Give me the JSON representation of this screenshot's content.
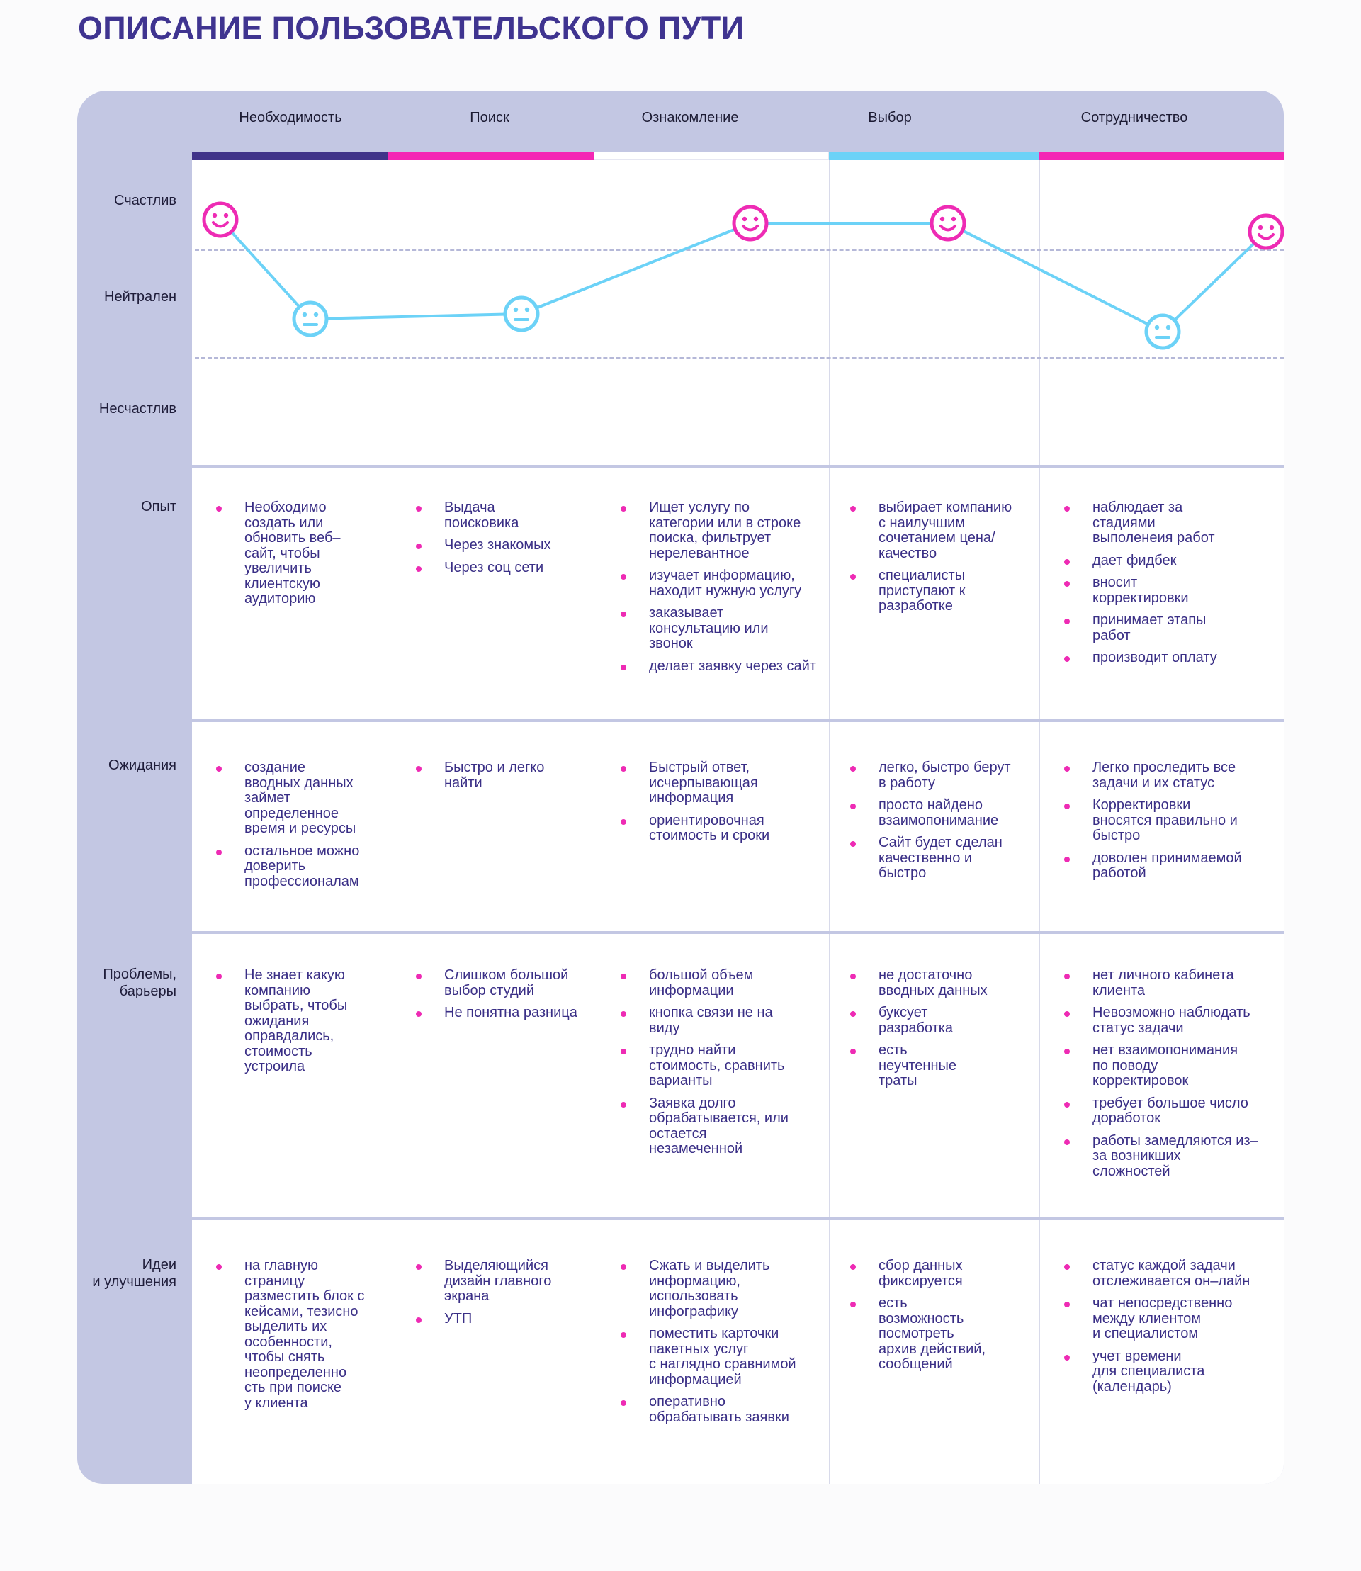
{
  "title": "ОПИСАНИЕ ПОЛЬЗОВАТЕЛЬСКОГО ПУТИ",
  "stages": [
    "Необходимость",
    "Поиск",
    "Ознакомление",
    "Выбор",
    "Сотрудничество"
  ],
  "colors": {
    "stage_bars": [
      "#403389",
      "#f427b4",
      "#ffffff",
      "#6cd2f7",
      "#f427b4"
    ],
    "happy": "#ee2bb4",
    "neutral": "#6cd2f7",
    "line": "#6cd2f7",
    "sidebar": "#c3c7e3",
    "bullet": "#ee2bb4"
  },
  "emotion_levels": {
    "happy": "Счастлив",
    "neutral": "Нейтрален",
    "unhappy": "Несчастлив"
  },
  "emotion_curve": [
    "happy",
    "neutral",
    "neutral",
    "happy",
    "happy",
    "neutral",
    "happy"
  ],
  "rows": [
    {
      "label": "Опыт",
      "cells": [
        [
          "Необходимо\nсоздать или\nобновить веб–\nсайт, чтобы\nувеличить\nклиентскую\nаудиторию"
        ],
        [
          "Выдача\nпоисковика",
          "Через знакомых",
          "Через соц сети"
        ],
        [
          "Ищет услугу по\nкатегории или в строке\nпоиска, фильтрует\nнерелевантное",
          "изучает информацию,\nнаходит нужную услугу",
          "заказывает\nконсультацию или\nзвонок",
          "делает заявку через сайт"
        ],
        [
          "выбирает компанию\nс наилучшим\nсочетанием цена/\nкачество",
          "специалисты\nприступают к\nразработке"
        ],
        [
          "наблюдает за\nстадиями\nвыполенеия работ",
          "дает фидбек",
          "вносит\nкорректировки",
          "принимает этапы\nработ",
          "производит оплату"
        ]
      ]
    },
    {
      "label": "Ожидания",
      "cells": [
        [
          "создание\nвводных данных\nзаймет\nопределенное\nвремя и ресурсы",
          "остальное можно\nдоверить\nпрофессионалам"
        ],
        [
          "Быстро и легко\nнайти"
        ],
        [
          "Быстрый ответ,\nисчерпывающая\nинформация",
          "ориентировочная\nстоимость и сроки"
        ],
        [
          "легко, быстро берут\nв работу",
          "просто найдено\nвзаимопонимание",
          "Сайт будет сделан\nкачественно и\nбыстро"
        ],
        [
          "Легко проследить все\nзадачи и их статус",
          "Корректировки\nвносятся правильно и\nбыстро",
          "доволен принимаемой\nработой"
        ]
      ]
    },
    {
      "label": "Проблемы,\nбарьеры",
      "cells": [
        [
          "Не знает какую\nкомпанию\nвыбрать, чтобы\nожидания\nоправдались,\nстоимость\nустроила"
        ],
        [
          "Слишком большой\nвыбор студий",
          "Не понятна разница"
        ],
        [
          "большой объем\nинформации",
          "кнопка связи не на\nвиду",
          "трудно найти\nстоимость, сравнить\nварианты",
          "Заявка долго\nобрабатывается, или\nостается\nнезамеченной"
        ],
        [
          "не достаточно\nвводных данных",
          "буксует\nразработка",
          "есть\nнеучтенные\nтраты"
        ],
        [
          "нет личного кабинета\nклиента",
          "Невозможно наблюдать\nстатус задачи",
          "нет взаимопонимания\nпо поводу\nкорректировок",
          "требует большое число\nдоработок",
          "работы замедляются из–\nза возникших\nсложностей"
        ]
      ]
    },
    {
      "label": "Идеи\nи улучшения",
      "cells": [
        [
          "на главную\nстраницу\nразместить блок с\nкейсами, тезисно\nвыделить их\nособенности,\nчтобы снять\nнеопределенно\nсть  при поиске\nу клиента"
        ],
        [
          "Выделяющийся\nдизайн главного\nэкрана",
          "УТП"
        ],
        [
          "Сжать и выделить\nинформацию,\nиспользовать\nинфографику",
          "поместить карточки\nпакетных услуг\nс наглядно сравнимой\nинформацией",
          "оперативно\nобрабатывать заявки"
        ],
        [
          "сбор данных\nфиксируется",
          "есть\nвозможность\nпосмотреть\nархив действий,\nсообщений"
        ],
        [
          "статус каждой задачи\nотслеживается он–лайн",
          "чат непосредственно\nмежду клиентом\nи специалистом",
          "учет времени\nдля специалиста\n(календарь)"
        ]
      ]
    }
  ]
}
